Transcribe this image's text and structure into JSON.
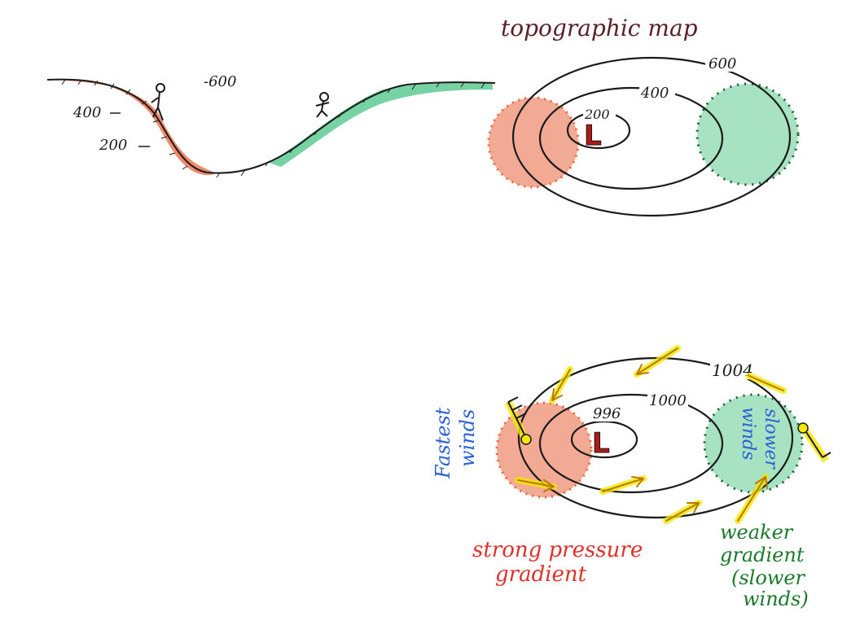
{
  "profile": {
    "label_600": "-600",
    "label_400": "400",
    "label_200": "200"
  },
  "topo_map": {
    "title": "topographic map",
    "contour_600": "600",
    "contour_400": "400",
    "contour_200": "200",
    "center_label": "L"
  },
  "weather_map": {
    "isobar_1004": "1004",
    "isobar_1000": "1000",
    "isobar_996": "996",
    "center_label": "L",
    "fastest_winds_line1": "Fastest",
    "fastest_winds_line2": "winds",
    "slower_winds_line1": "slower",
    "slower_winds_line2": "winds",
    "strong_line1": "strong pressure",
    "strong_line2": "gradient",
    "weaker_line1": "weaker",
    "weaker_line2": "gradient",
    "weaker_line3": "(slower",
    "weaker_line4": "winds)"
  },
  "colors": {
    "red_shade": "#e8643c",
    "green_shade": "#3cbf7a",
    "yellow_highlight": "#f5e800",
    "arrow_orange": "#b87a00",
    "ink": "#1a1a1a",
    "title_ink": "#5a1e2a",
    "blue_text": "#2a5fd6",
    "red_text": "#e0302a",
    "green_text": "#1a7a2a",
    "low_red": "#b01818"
  }
}
